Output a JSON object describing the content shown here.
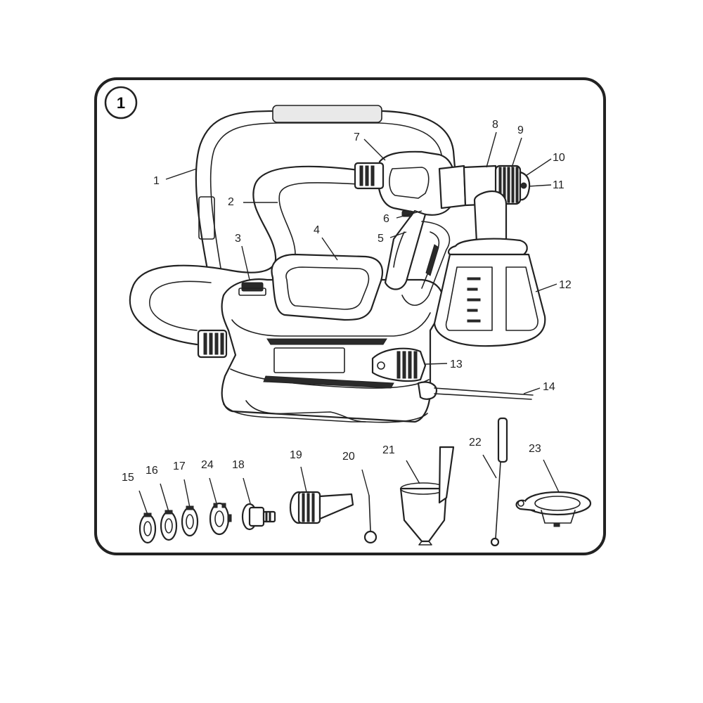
{
  "figure": {
    "number": "1",
    "labels": [
      "1",
      "2",
      "3",
      "4",
      "5",
      "6",
      "7",
      "8",
      "9",
      "10",
      "11",
      "12",
      "13",
      "14",
      "15",
      "16",
      "17",
      "24",
      "18",
      "19",
      "20",
      "21",
      "22",
      "23"
    ]
  },
  "colors": {
    "line": "#222222",
    "background": "#ffffff",
    "frame_fill": "#ffffff"
  },
  "parts_shown": [
    "carry-handle",
    "hose",
    "hose-clip",
    "housing-handle",
    "trigger",
    "trigger-lock",
    "spray-gun",
    "air-cap-ring",
    "nozzle-ring",
    "nozzle-cap",
    "pattern-knob",
    "paint-container",
    "air-filter-cover",
    "power-cord",
    "nozzle-15",
    "nozzle-16",
    "nozzle-17",
    "nozzle-24",
    "adapter-18",
    "extension-19",
    "cleaning-needle-20",
    "viscosity-cup-21",
    "cleaning-brush-22",
    "filler-funnel-23"
  ]
}
